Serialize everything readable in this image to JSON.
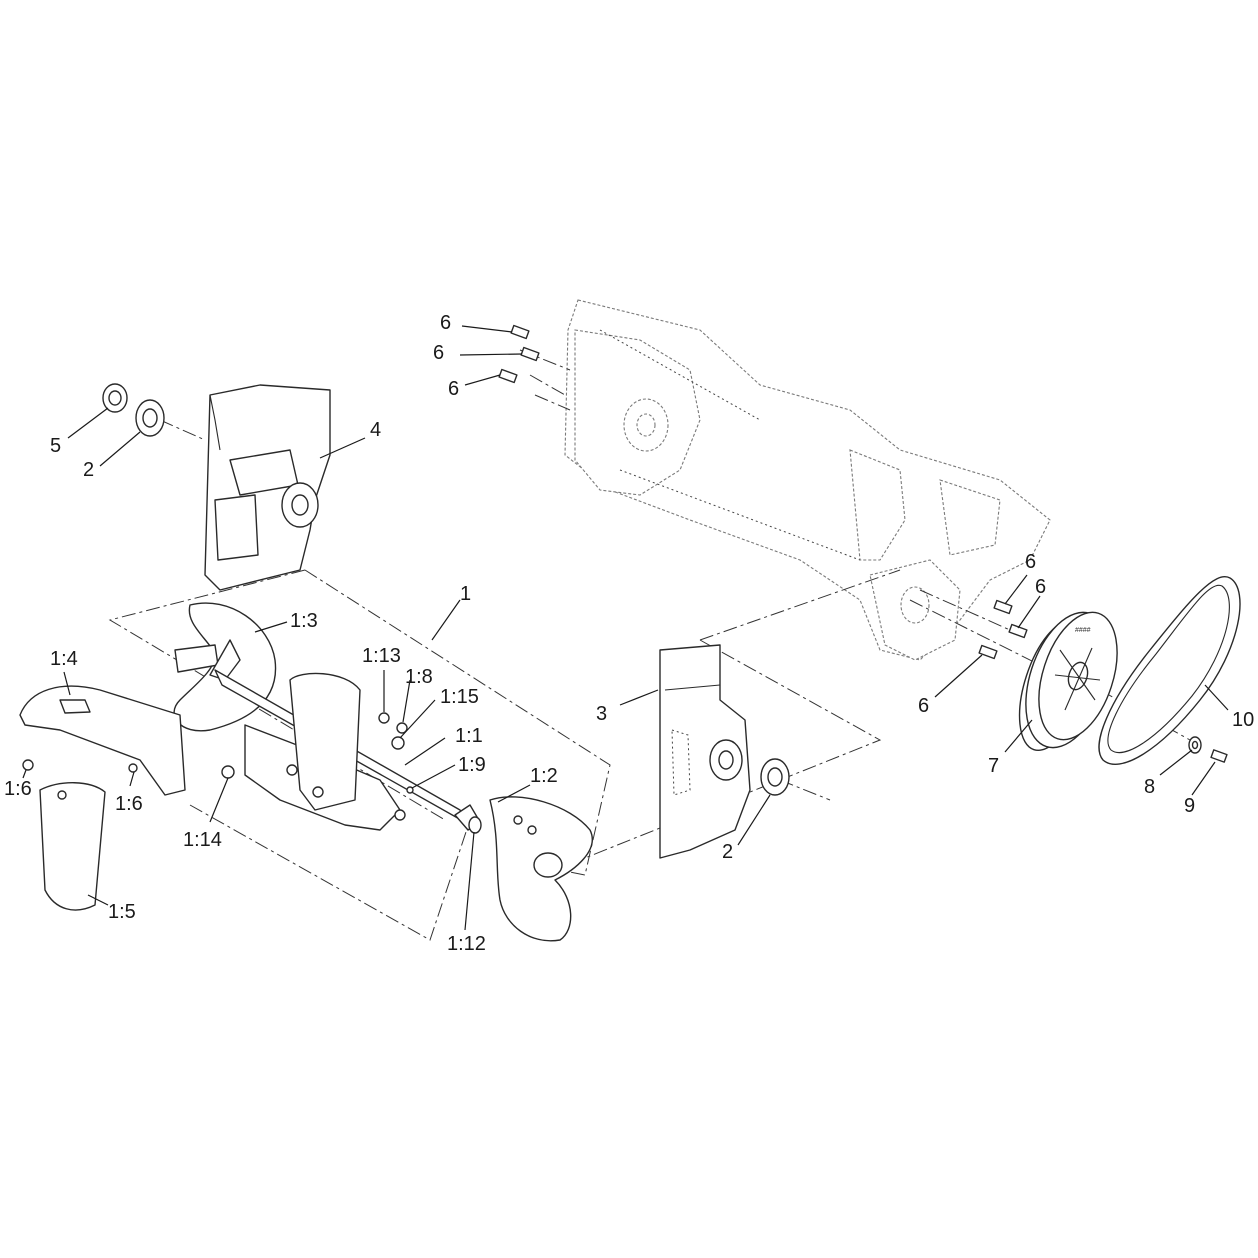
{
  "diagram": {
    "callouts": [
      {
        "id": "c-6a",
        "text": "6"
      },
      {
        "id": "c-6b",
        "text": "6"
      },
      {
        "id": "c-6c",
        "text": "6"
      },
      {
        "id": "c-5",
        "text": "5"
      },
      {
        "id": "c-2a",
        "text": "2"
      },
      {
        "id": "c-4",
        "text": "4"
      },
      {
        "id": "c-1",
        "text": "1"
      },
      {
        "id": "c-1-3",
        "text": "1:3"
      },
      {
        "id": "c-1-4",
        "text": "1:4"
      },
      {
        "id": "c-1-13",
        "text": "1:13"
      },
      {
        "id": "c-1-8",
        "text": "1:8"
      },
      {
        "id": "c-1-15",
        "text": "1:15"
      },
      {
        "id": "c-1-1",
        "text": "1:1"
      },
      {
        "id": "c-1-9",
        "text": "1:9"
      },
      {
        "id": "c-1-2",
        "text": "1:2"
      },
      {
        "id": "c-1-6a",
        "text": "1:6"
      },
      {
        "id": "c-1-6b",
        "text": "1:6"
      },
      {
        "id": "c-1-14",
        "text": "1:14"
      },
      {
        "id": "c-1-5",
        "text": "1:5"
      },
      {
        "id": "c-1-12",
        "text": "1:12"
      },
      {
        "id": "c-3",
        "text": "3"
      },
      {
        "id": "c-2b",
        "text": "2"
      },
      {
        "id": "c-6d",
        "text": "6"
      },
      {
        "id": "c-6e",
        "text": "6"
      },
      {
        "id": "c-6f",
        "text": "6"
      },
      {
        "id": "c-7",
        "text": "7"
      },
      {
        "id": "c-10",
        "text": "10"
      },
      {
        "id": "c-8",
        "text": "8"
      },
      {
        "id": "c-9",
        "text": "9"
      }
    ],
    "pulley_decal": "####"
  }
}
